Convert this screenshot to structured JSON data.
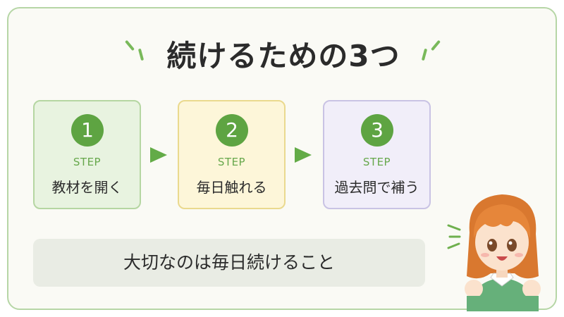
{
  "title": "続けるための3つ",
  "steps": [
    {
      "number": "1",
      "word": "STEP",
      "label": "教材を開く"
    },
    {
      "number": "2",
      "word": "STEP",
      "label": "毎日触れる"
    },
    {
      "number": "3",
      "word": "STEP",
      "label": "過去問で補う"
    }
  ],
  "banner": "大切なのは毎日続けること",
  "colors": {
    "accent_green": "#5ea442",
    "frame_border": "#b6d6a6",
    "step1_bg": "#e8f3e0",
    "step2_bg": "#fdf6d9",
    "step3_bg": "#f1eef9"
  },
  "icons": [
    "arrow-right-icon",
    "sparkle-dashes-icon"
  ]
}
